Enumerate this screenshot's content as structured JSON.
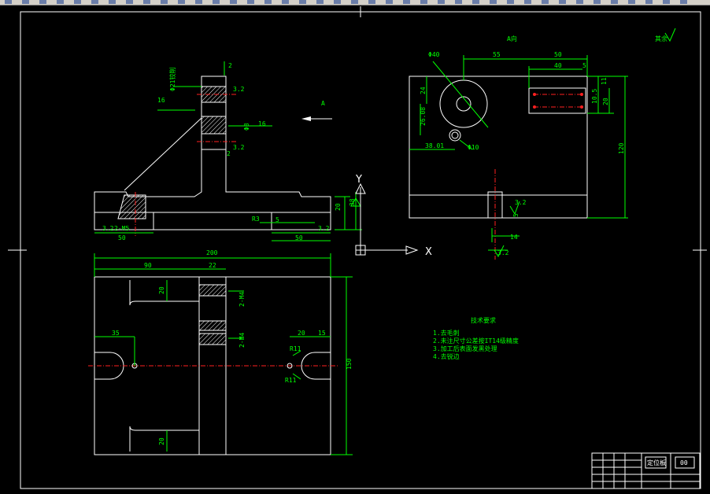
{
  "toolbar": {
    "icon_count": 40
  },
  "side_view": {
    "dims": {
      "d1": "2",
      "d2": "Φ21铰削",
      "d3": "16",
      "d4": "3.2",
      "d5": "Φ8",
      "d6": "16",
      "d7": "3.2",
      "d8": "2",
      "d9": "2-M5",
      "d10": "50",
      "d11": "3.2",
      "d12": "R3",
      "d13": "5",
      "d14": "50",
      "d15": "3.2",
      "d16": "20",
      "d17": "38"
    },
    "arrow_label": "A"
  },
  "view_a": {
    "title": "A向",
    "roughness": "其余",
    "dims": {
      "d1": "Φ40",
      "d2": "55",
      "d3": "50",
      "d4": "40",
      "d5": "5",
      "d6": "11",
      "d7": "10.5",
      "d8": "20",
      "d9": "24",
      "d10": "26.08",
      "d11": "38.01",
      "d12": "Φ10",
      "d13": "120",
      "d14": "3.2",
      "d15": "5",
      "d16": "14",
      "d17": "3.2"
    }
  },
  "top_view": {
    "dims": {
      "d1": "200",
      "d2": "90",
      "d3": "22",
      "d4": "20",
      "d5": "2-M4",
      "d6": "2-M4",
      "d7": "35",
      "d8": "20",
      "d9": "15",
      "d10": "R11",
      "d11": "R11",
      "d12": "150",
      "d13": "20"
    }
  },
  "notes": {
    "title": "技术要求",
    "items": [
      "1.去毛刺",
      "2.未注尺寸公差按IT14级精度",
      "3.加工后表面发黑处理",
      "4.去锐边"
    ]
  },
  "title_block": {
    "name": "定位板",
    "code": "00"
  },
  "ucs": {
    "x": "X",
    "y": "Y"
  }
}
